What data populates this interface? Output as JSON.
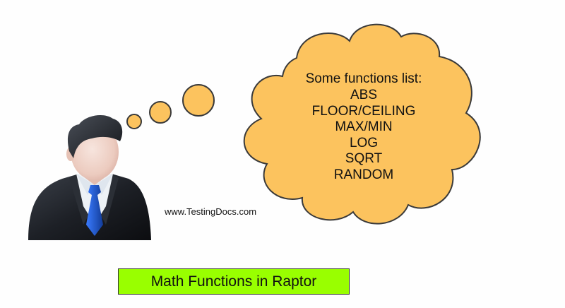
{
  "cloud": {
    "heading": "Some functions list:",
    "items": [
      "ABS",
      "FLOOR/CEILING",
      "MAX/MIN",
      "LOG",
      "SQRT",
      "RANDOM"
    ]
  },
  "watermark": "www.TestingDocs.com",
  "title": "Math Functions in Raptor",
  "colors": {
    "cloud_fill": "#fcc35e",
    "cloud_stroke": "#3a3a3a",
    "title_background": "#99ff00",
    "suit": "#1d2026",
    "tie": "#1f55c9",
    "skin": "#f1d6cc"
  },
  "icons": [
    "businessman-icon",
    "thought-bubble-icon"
  ]
}
